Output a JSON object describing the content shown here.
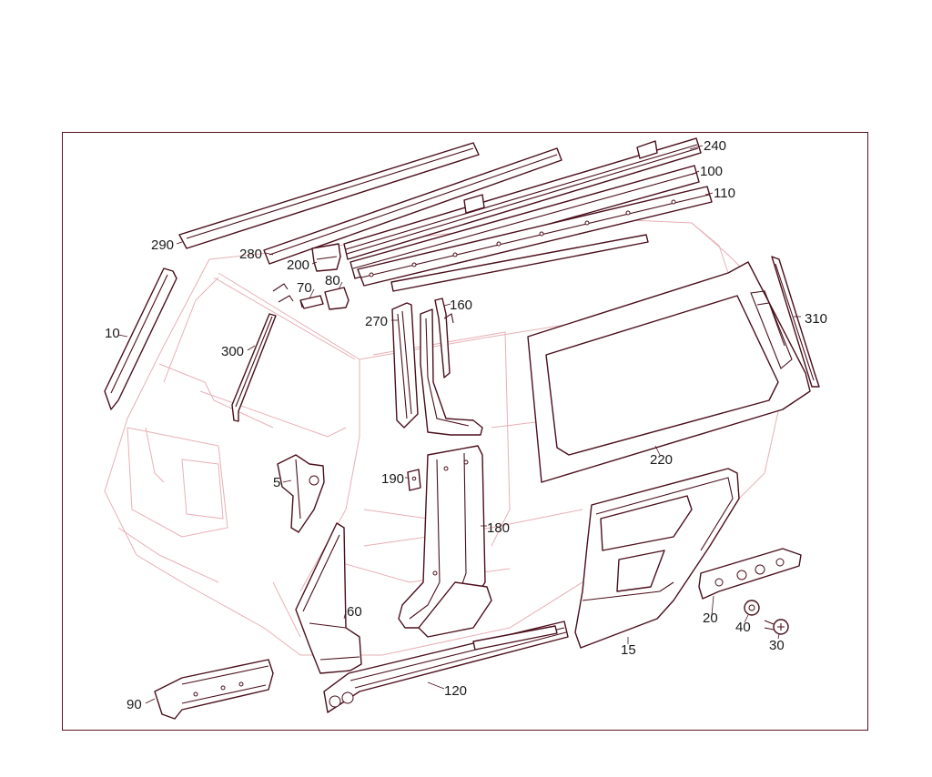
{
  "diagram": {
    "line_color": "#4a0f1c",
    "ghost_color": "#e7b0b6",
    "frame_color": "#5a1020",
    "callouts": {
      "p5": "5",
      "p10": "10",
      "p15": "15",
      "p20": "20",
      "p30": "30",
      "p40": "40",
      "p60": "60",
      "p70": "70",
      "p80": "80",
      "p90": "90",
      "p100": "100",
      "p110": "110",
      "p120": "120",
      "p160": "160",
      "p180": "180",
      "p190": "190",
      "p200": "200",
      "p220": "220",
      "p240": "240",
      "p270": "270",
      "p280": "280",
      "p290": "290",
      "p300": "300",
      "p310": "310"
    }
  }
}
